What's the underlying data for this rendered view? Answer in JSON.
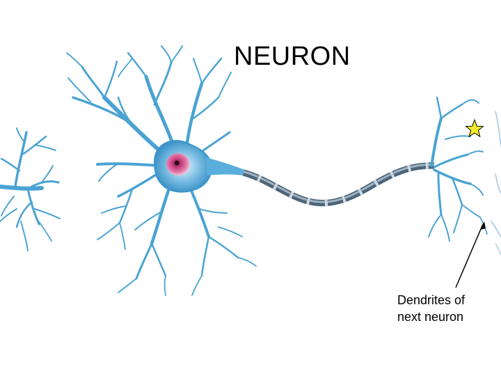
{
  "title": "NEURON",
  "callout": {
    "line1": "Dendrites of",
    "line2": "next neuron"
  },
  "colors": {
    "dendrite": "#4aa3d3",
    "dendrite_dark": "#2f7fb3",
    "soma": "#6cb6df",
    "nucleus": "#d6548f",
    "myelin": "#8ea2b3",
    "myelin_dark": "#4c6477",
    "star": "#f5ea2a",
    "text": "#000000"
  },
  "icons": {
    "marker": "star-icon"
  }
}
